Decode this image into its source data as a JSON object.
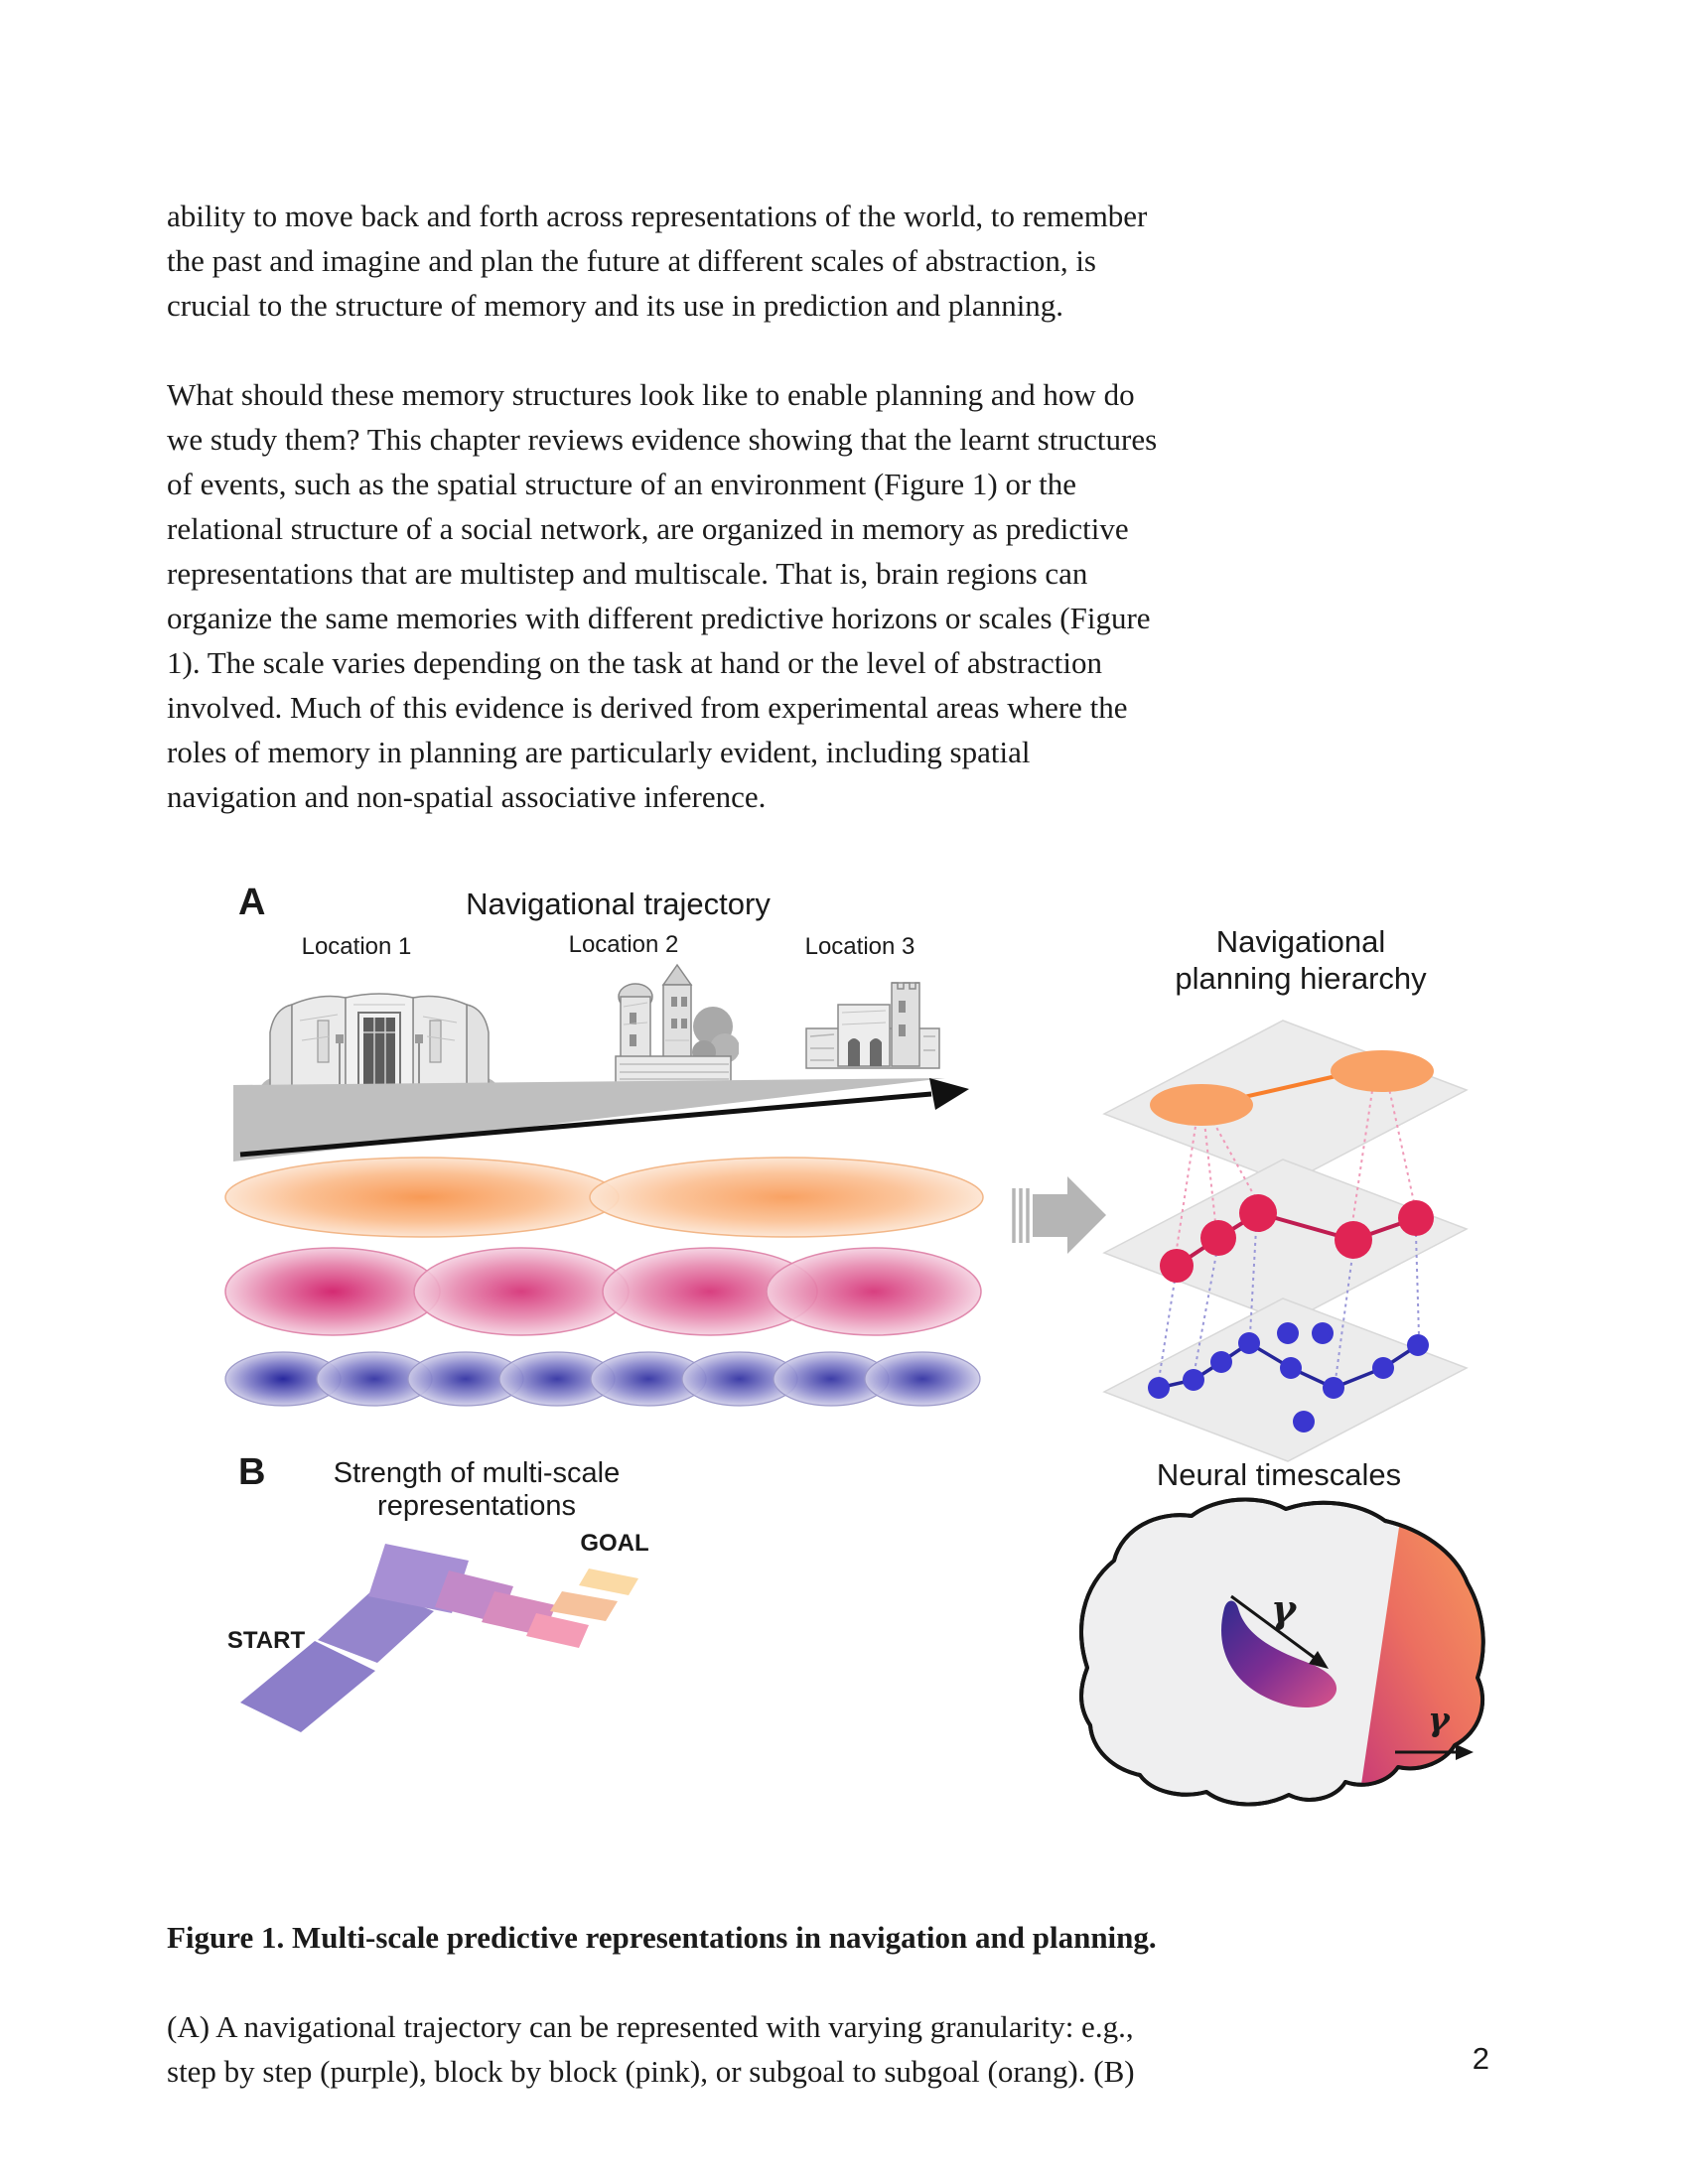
{
  "document": {
    "page_number": "2",
    "paragraph_1_lines": [
      "ability to move back and forth across representations of the world, to remember",
      "the past and imagine and plan the future at different scales of abstraction, is",
      "crucial to the structure of memory and its use in prediction and planning."
    ],
    "paragraph_2_lines": [
      "What should these memory structures look like to enable planning and how do",
      "we study them? This chapter reviews evidence showing that the learnt structures",
      "of events, such as the spatial structure of an environment (Figure 1) or the",
      "relational structure of a social network, are organized in memory as predictive",
      "representations that are multistep and multiscale. That is, brain regions can",
      "organize the same memories with different predictive horizons or scales (Figure",
      "1). The scale varies depending on the task at hand or the level of abstraction",
      "involved. Much of this evidence is derived from experimental areas where the",
      "roles of memory in planning are particularly evident, including spatial",
      "navigation and non-spatial associative inference."
    ],
    "caption": {
      "title_bold": "Figure 1. Multi-scale predictive representations in navigation and planning.",
      "body_lines": [
        "(A) A navigational trajectory can be represented with varying granularity: e.g.,",
        "step by step (purple), block by block (pink), or subgoal to subgoal (orang). (B)"
      ]
    }
  },
  "figure": {
    "panel_a": {
      "label": "A",
      "title": "Navigational trajectory",
      "location_labels": [
        "Location 1",
        "Location 2",
        "Location 3"
      ],
      "scale_rows": [
        {
          "name": "subgoal-to-subgoal scale",
          "color_hex": "#f89a56",
          "ellipse_count": 2
        },
        {
          "name": "block-by-block scale",
          "color_hex": "#d42a72",
          "ellipse_count": 4
        },
        {
          "name": "step-by-step scale",
          "color_hex": "#28289e",
          "ellipse_count": 8
        }
      ],
      "hierarchy_title_lines": [
        "Navigational",
        "planning hierarchy"
      ]
    },
    "panel_b": {
      "label": "B",
      "title": "Strength of multi-scale representations",
      "start_label": "START",
      "goal_label": "GOAL",
      "tile_colors": [
        "#8c7ec9",
        "#9585cc",
        "#a78fd4",
        "#c289c8",
        "#d78cbe",
        "#f49cb6",
        "#f6c29c",
        "#fbdaa5"
      ]
    },
    "neural": {
      "title": "Neural timescales",
      "gamma_symbol": "γ"
    },
    "colors": {
      "plane_fill": "#ececec",
      "orange_node": "#f9a266",
      "red_node": "#e02454",
      "blue_node": "#3a36cf",
      "gray_arrow": "#b5b5b5",
      "wedge_gray": "#bfbfbf"
    }
  }
}
